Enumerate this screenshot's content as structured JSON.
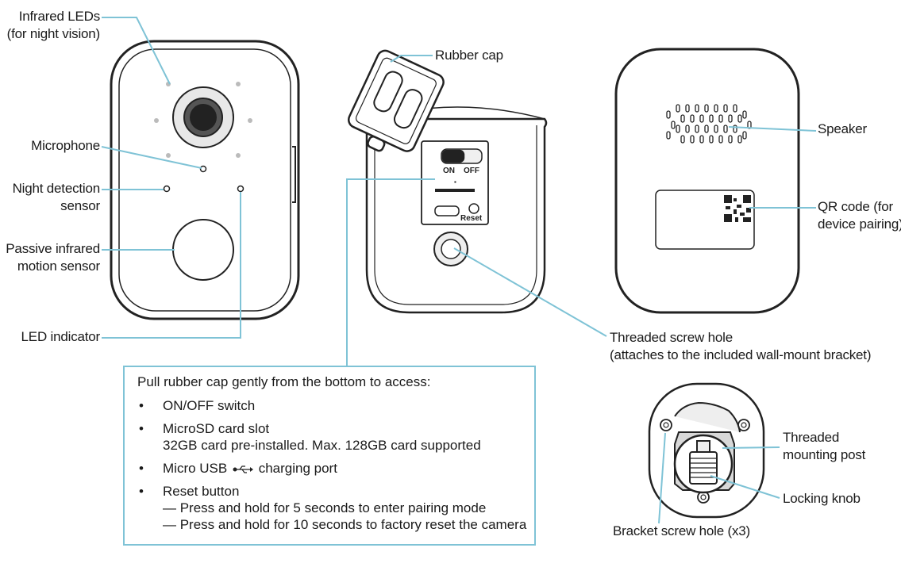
{
  "front_labels": {
    "infrared_leds": [
      "Infrared LEDs",
      "(for night vision)"
    ],
    "microphone": "Microphone",
    "night_sensor": [
      "Night detection",
      "sensor"
    ],
    "pir": [
      "Passive infrared",
      "motion sensor"
    ],
    "led_indicator": "LED indicator"
  },
  "side_labels": {
    "rubber_cap": "Rubber cap",
    "screw_hole": [
      "Threaded screw hole",
      "(attaches to the included wall-mount bracket)"
    ],
    "switch_on": "ON",
    "switch_off": "OFF",
    "reset": "Reset"
  },
  "back_labels": {
    "speaker": "Speaker",
    "qr_code": [
      "QR code (for",
      "device pairing)"
    ]
  },
  "bracket_labels": {
    "mounting_post": [
      "Threaded",
      "mounting post"
    ],
    "locking_knob": "Locking knob",
    "bracket_screw": "Bracket screw hole (x3)"
  },
  "info_box": {
    "intro": "Pull rubber cap gently from the bottom to access:",
    "items": [
      {
        "title": "ON/OFF switch"
      },
      {
        "title": "MicroSD card slot",
        "detail": "32GB card pre-installed. Max. 128GB card supported"
      },
      {
        "title_before": "Micro USB",
        "title_after": "charging port"
      },
      {
        "title": "Reset button",
        "sub1": "— Press and hold for 5 seconds to enter pairing mode",
        "sub2": "— Press and hold for 10 seconds to factory reset the camera"
      }
    ],
    "bullet": "•"
  },
  "colors": {
    "leader": "#7fc3d6",
    "outline": "#222222",
    "fill_gray": "#dcdcdc"
  }
}
